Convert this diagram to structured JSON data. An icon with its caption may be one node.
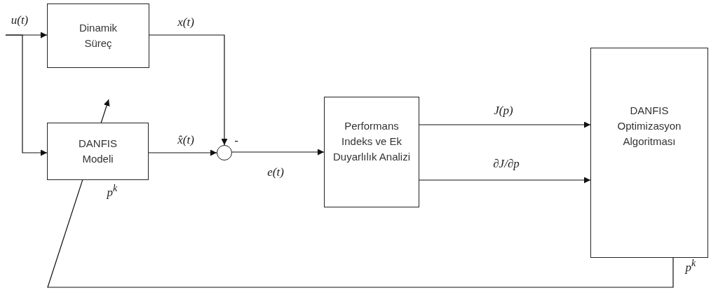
{
  "diagram": {
    "nodes": [
      {
        "text": [
          "Dinamik Süreç"
        ]
      },
      {
        "text": [
          "DANFIS Modeli"
        ],
        "beside": [
          "p$^{k}$"
        ]
      },
      {
        "text": [],
        "shape": "circle"
      },
      {
        "text": [
          "Performans Indeks ve Ek Duyarlılık Analizi"
        ]
      },
      {
        "text": [
          "DANFIS Optimizasyon Algoritması"
        ]
      }
    ],
    "edges": [
      {
        "from": null,
        "to": 0,
        "arrow": "to"
      },
      {
        "from": null,
        "to": 1,
        "arrow": "to"
      },
      {
        "from": 0,
        "to": 2,
        "arrow": "to",
        "label": "x(t)"
      },
      {
        "from": 1,
        "to": 2,
        "arrow": "to",
        "label": "x̂(t)"
      },
      {
        "from": 2,
        "to": 3,
        "arrow": "to",
        "label": "e(t)"
      },
      {
        "from": 3,
        "to": 4,
        "arrow": "to",
        "label": "J(p)"
      },
      {
        "from": 3,
        "to": 4,
        "arrow": "to",
        "label": "∂J/∂p"
      },
      {
        "from": 4,
        "to": 1,
        "arrow": "to"
      }
    ],
    "labels": [
      "u(t)",
      "-",
      "p$^{k}$"
    ]
  }
}
